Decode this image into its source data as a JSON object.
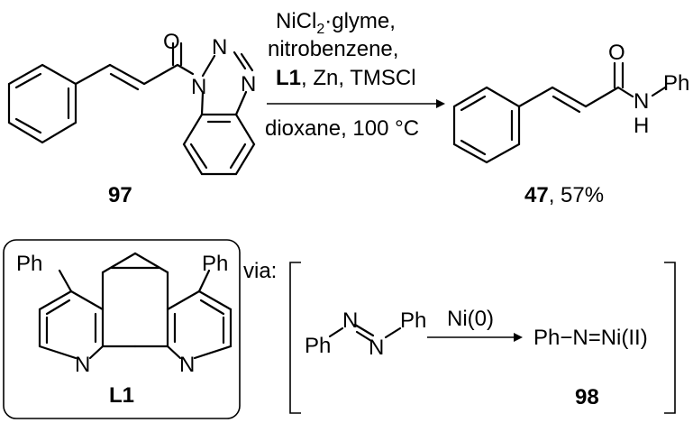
{
  "reaction": {
    "reagents_line1": "NiCl",
    "reagents_line1_sub": "2",
    "reagents_line1_tail": "·glyme,",
    "reagents_line2": "nitrobenzene,",
    "reagents_line3_bold": "L1",
    "reagents_line3_rest": ", Zn, TMSCl",
    "conditions": "dioxane, 100 °C"
  },
  "starting_material": {
    "label": "97",
    "atoms": {
      "o": "O",
      "n1": "N",
      "n2": "N",
      "n3": "N"
    }
  },
  "product": {
    "label": "47",
    "yield": ", 57%",
    "atoms": {
      "o": "O",
      "n": "N",
      "h": "H",
      "ph": "Ph"
    }
  },
  "ligand": {
    "label": "L1",
    "atoms": {
      "ph_left": "Ph",
      "ph_right": "Ph",
      "n_left": "N",
      "n_right": "N"
    }
  },
  "mechanism": {
    "via": "via:",
    "azo_ph_left": "Ph",
    "azo_n1": "N",
    "azo_n2": "N",
    "azo_ph_right": "Ph",
    "arrow_label": "Ni(0)",
    "product_text": "Ph−N=Ni(II)",
    "label": "98"
  }
}
